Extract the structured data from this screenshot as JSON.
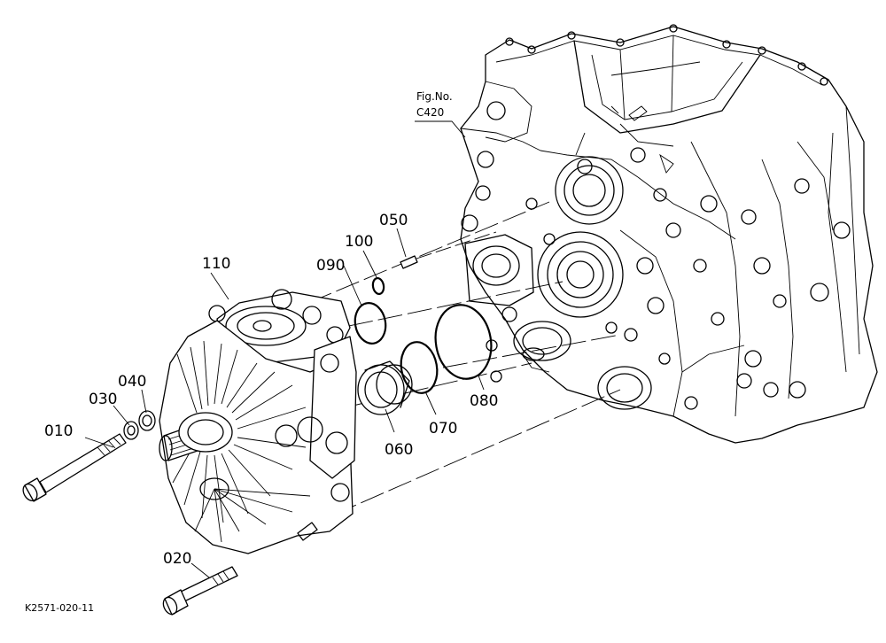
{
  "figure_ref": {
    "line1": "Fig.No.",
    "line2": "C420"
  },
  "drawing_code": "K2571-020-11",
  "callouts": {
    "p010": "010",
    "p020": "020",
    "p030": "030",
    "p040": "040",
    "p050": "050",
    "p060": "060",
    "p070": "070",
    "p080": "080",
    "p090": "090",
    "p100": "100",
    "p110": "110"
  }
}
